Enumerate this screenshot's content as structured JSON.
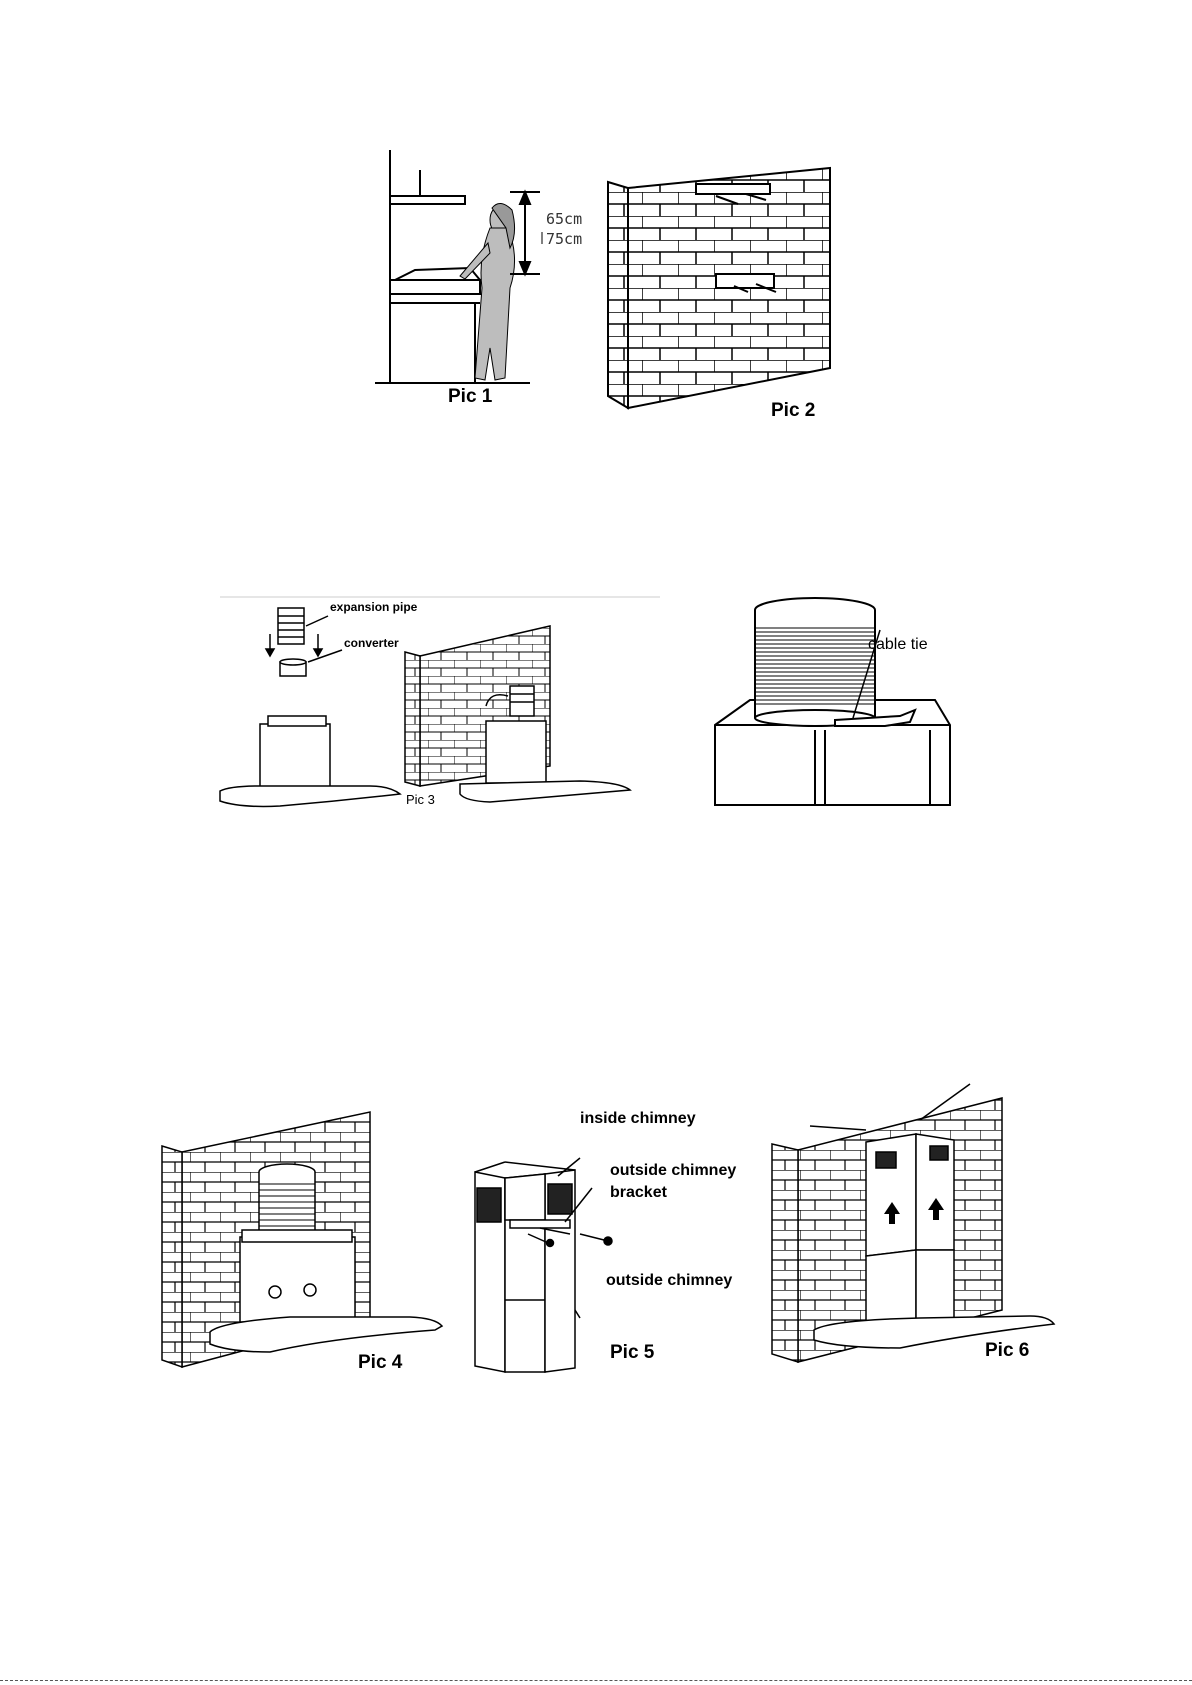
{
  "figures": {
    "pic1": {
      "caption": "Pic 1",
      "dimension_top": "65cm",
      "dimension_bottom": "75cm"
    },
    "pic2": {
      "caption": "Pic 2"
    },
    "pic3": {
      "caption": "Pic 3",
      "expansion_pipe_label": "expansion pipe",
      "converter_label": "converter"
    },
    "cable_tie_figure": {
      "cable_tie_label": "cable tie"
    },
    "pic4": {
      "caption": "Pic 4"
    },
    "pic5": {
      "caption": "Pic 5",
      "inside_chimney_label": "inside chimney",
      "outside_chimney_bracket_label_line1": "outside chimney",
      "outside_chimney_bracket_label_line2": "bracket",
      "outside_chimney_label": "outside chimney"
    },
    "pic6": {
      "caption": "Pic 6"
    }
  }
}
